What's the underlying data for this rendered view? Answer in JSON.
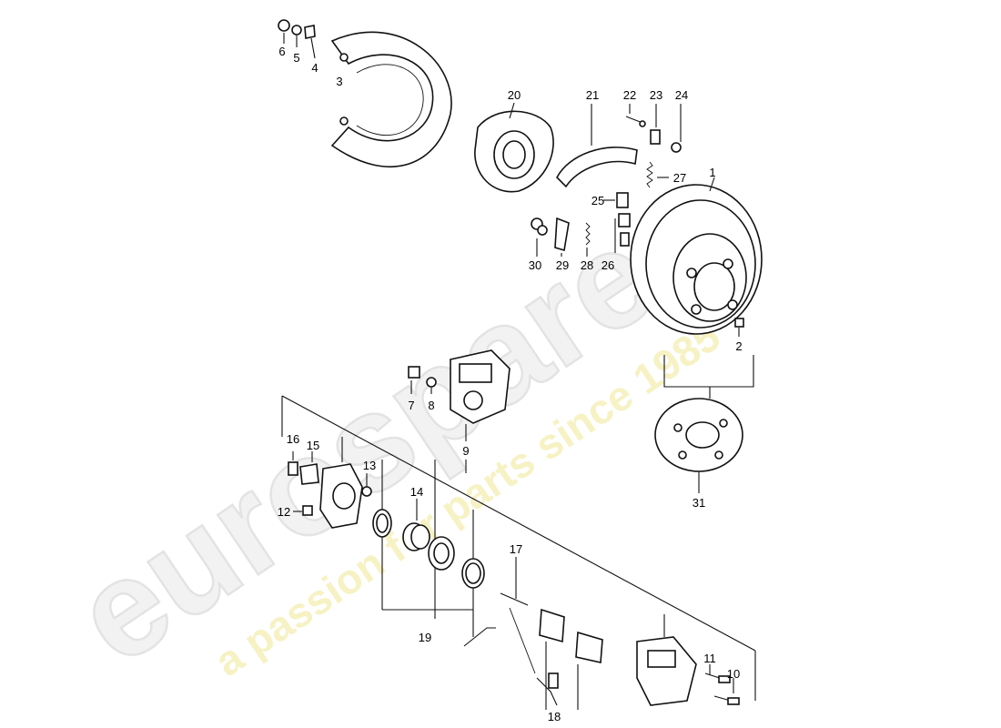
{
  "watermark": {
    "logo": "eurospares",
    "tagline": "a passion for parts since 1985"
  },
  "callouts": [
    "1",
    "2",
    "3",
    "4",
    "5",
    "6",
    "7",
    "8",
    "9",
    "10",
    "11",
    "12",
    "13",
    "14",
    "15",
    "16",
    "17",
    "18",
    "19",
    "20",
    "21",
    "22",
    "23",
    "24",
    "25",
    "26",
    "27",
    "28",
    "29",
    "30",
    "31"
  ]
}
